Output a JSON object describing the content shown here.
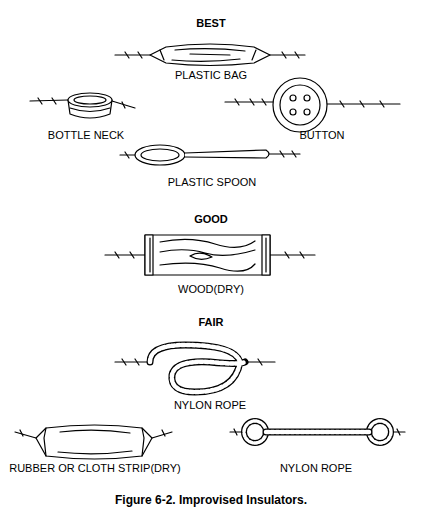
{
  "diagram": {
    "caption": "Figure 6-2. Improvised Insulators.",
    "labels": [
      "BEST",
      "PLASTIC BAG",
      "BOTTLE NECK",
      "BUTTON",
      "PLASTIC SPOON",
      "GOOD",
      "WOOD(DRY)",
      "FAIR",
      "NYLON ROPE",
      "RUBBER OR CLOTH STRIP(DRY)",
      "NYLON ROPE"
    ]
  }
}
